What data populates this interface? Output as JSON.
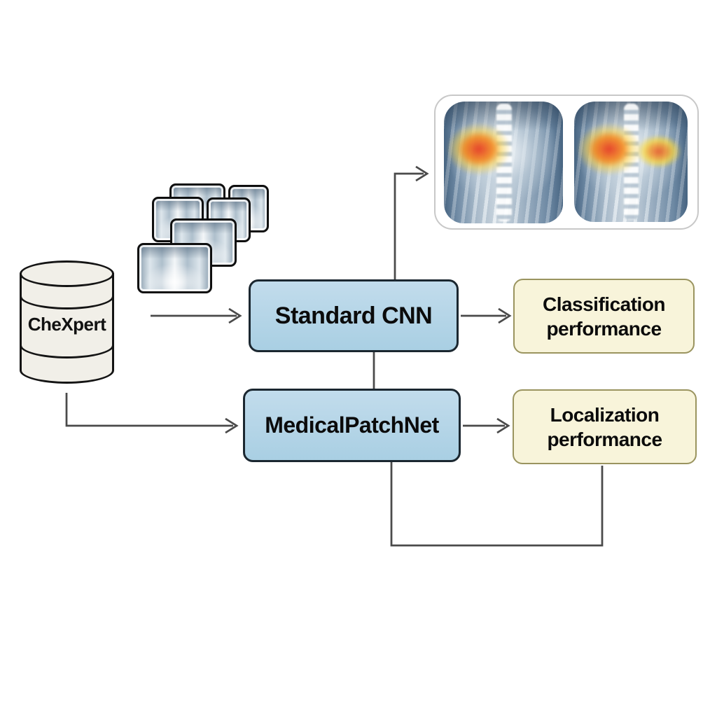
{
  "diagram": {
    "type": "flowchart",
    "background": "#ffffff",
    "nodes": {
      "database": {
        "label": "CheXpert",
        "shape": "cylinder",
        "fill": "#f1efe8",
        "border": "#141414"
      },
      "standard_cnn": {
        "label": "Standard CNN",
        "shape": "rounded-rect",
        "fill": "#b3d4e7",
        "border": "#1b2730"
      },
      "medicalpatchnet": {
        "label": "MedicalPatchNet",
        "shape": "rounded-rect",
        "fill": "#b3d4e7",
        "border": "#1b2730"
      },
      "classification": {
        "label": "Classification performance",
        "shape": "rounded-rect",
        "fill": "#f8f4da",
        "border": "#9a945f"
      },
      "localization": {
        "label": "Localization performance",
        "shape": "rounded-rect",
        "fill": "#f8f4da",
        "border": "#9a945f"
      }
    },
    "images": {
      "input_thumbnails": {
        "icon": "chest-xray-thumbnail",
        "count": 6
      },
      "heatmap_panel": {
        "icon": "chest-xray-heatmap",
        "count": 2,
        "left_xray_blobs": 1,
        "right_xray_blobs": 2,
        "heat_colors": [
          "#e8432a",
          "#f8961d",
          "#f6d32d"
        ]
      }
    },
    "edges": [
      {
        "from": "input_thumbnails",
        "to": "standard_cnn",
        "arrow": true
      },
      {
        "from": "database",
        "to": "medicalpatchnet",
        "arrow": true
      },
      {
        "from": "standard_cnn",
        "to": "heatmap_panel",
        "arrow": true
      },
      {
        "from": "standard_cnn",
        "to": "medicalpatchnet",
        "arrow": false
      },
      {
        "from": "standard_cnn",
        "to": "classification",
        "arrow": true
      },
      {
        "from": "medicalpatchnet",
        "to": "localization",
        "arrow": true
      },
      {
        "from": "medicalpatchnet",
        "to": "localization",
        "arrow": false,
        "route": "bottom-u"
      }
    ],
    "colors": {
      "arrow": "#4a4a4a",
      "panel_border": "#c8c8c8",
      "xray_dark": "#3e5c7a",
      "xray_light": "#e9eff3"
    }
  }
}
